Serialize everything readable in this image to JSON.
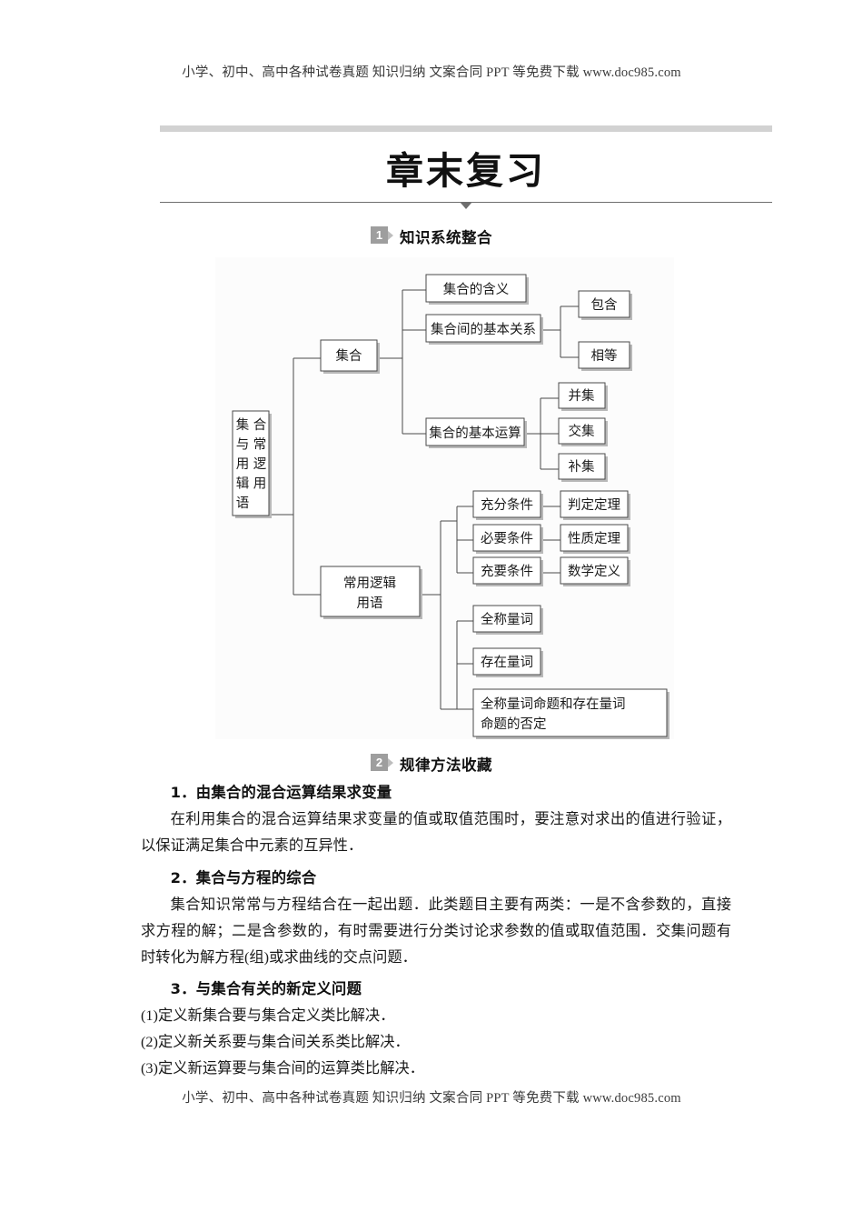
{
  "promo": {
    "top": "小学、初中、高中各种试卷真题 知识归纳 文案合同 PPT 等免费下载  www.doc985.com",
    "bottom": "小学、初中、高中各种试卷真题 知识归纳 文案合同 PPT 等免费下载  www.doc985.com"
  },
  "title": "章末复习",
  "sections": [
    {
      "num": "1",
      "label": "知识系统整合"
    },
    {
      "num": "2",
      "label": "规律方法收藏"
    }
  ],
  "diagram": {
    "root": "集合与常用逻辑用语",
    "root_col_right": "合常逻用",
    "root_col_left": "集与用辑语",
    "nodes": {
      "jihe": "集合",
      "hanyi": "集合的含义",
      "jibenguanxi": "集合间的基本关系",
      "baohan": "包含",
      "xiangdeng": "相等",
      "jibenyunsuan": "集合的基本运算",
      "bingji": "并集",
      "jiaoji": "交集",
      "buji": "补集",
      "luoji": "常用逻辑用语",
      "luoji_line1": "常用逻辑",
      "luoji_line2": "用语",
      "chongfen": "充分条件",
      "panding": "判定定理",
      "biyao": "必要条件",
      "xingzhi": "性质定理",
      "chongyao": "充要条件",
      "shuxue": "数学定义",
      "quancheng": "全称量词",
      "cunzai": "存在量词",
      "fouding_line1": "全称量词命题和存在量词",
      "fouding_line2": "命题的否定"
    }
  },
  "methods": [
    {
      "heading": "1．由集合的混合运算结果求变量",
      "paragraphs": [
        "在利用集合的混合运算结果求变量的值或取值范围时，要注意对求出的值进行验证，以保证满足集合中元素的互异性．"
      ]
    },
    {
      "heading": "2．集合与方程的综合",
      "paragraphs": [
        "集合知识常常与方程结合在一起出题．此类题目主要有两类：一是不含参数的，直接求方程的解；二是含参数的，有时需要进行分类讨论求参数的值或取值范围．交集问题有时转化为解方程(组)或求曲线的交点问题．"
      ]
    },
    {
      "heading": "3．与集合有关的新定义问题",
      "items": [
        "(1)定义新集合要与集合定义类比解决．",
        "(2)定义新关系要与集合间关系类比解决．",
        "(3)定义新运算要与集合间的运算类比解决．"
      ]
    }
  ]
}
